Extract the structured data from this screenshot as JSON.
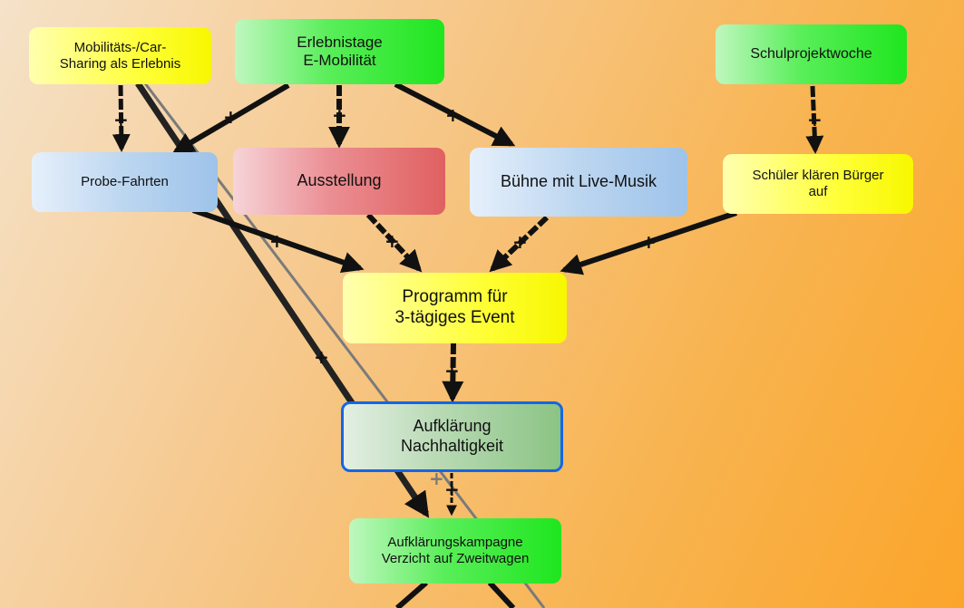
{
  "nodes": {
    "mobilitaet": "Mobilitäts-/Car-\nSharing als Erlebnis",
    "erlebnistage": "Erlebnistage\nE-Mobilität",
    "schulprojektwoche": "Schulprojektwoche",
    "probefahrten": "Probe-Fahrten",
    "ausstellung": "Ausstellung",
    "buehne": "Bühne mit Live-Musik",
    "schueler": "Schüler klären Bürger\nauf",
    "programm": "Programm für\n3-tägiges Event",
    "aufklaerung": "Aufklärung\nNachhaltigkeit",
    "kampagne": "Aufklärungskampagne\nVerzicht auf Zweitwagen"
  },
  "edge_sign": "+",
  "colors": {
    "yellow": "#ffff3a",
    "green": "#1fe61f",
    "blue": "#9ec3ea",
    "red": "#e06060",
    "focus_border": "#1565e6",
    "edge": "#111111",
    "edge_grey": "#7a7a7a",
    "background": "#fba52a"
  }
}
